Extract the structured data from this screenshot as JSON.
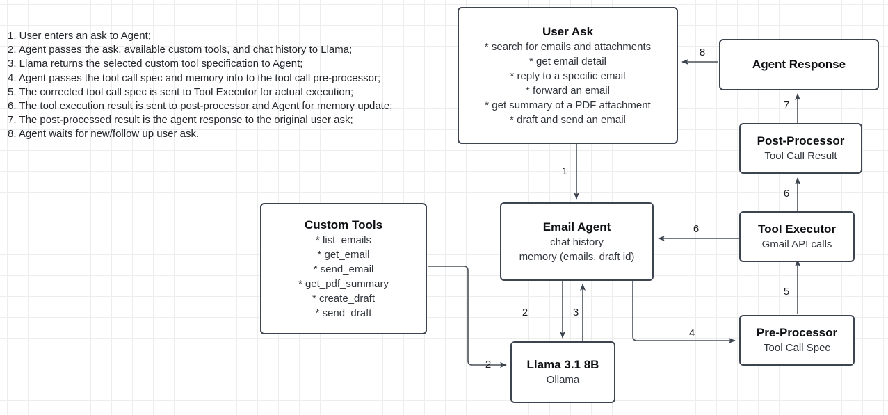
{
  "notes": {
    "lines": [
      "1. User enters an ask to Agent;",
      "2. Agent passes the ask, available custom tools, and chat history to Llama;",
      "3. Llama returns the selected custom tool specification to Agent;",
      "4. Agent passes the tool call spec and memory info to the tool call pre-processor;",
      "5. The corrected tool call spec is sent to Tool Executor for actual execution;",
      "6. The tool execution result is sent to post-processor and Agent for memory update;",
      "7. The post-processed result is the agent response to the original user ask;",
      "8. Agent waits for new/follow up user ask."
    ]
  },
  "nodes": {
    "user_ask": {
      "title": "User Ask",
      "bullets": [
        "* search for emails and attachments",
        "* get email detail",
        "* reply to a specific email",
        "* forward an email",
        "* get summary of a PDF attachment",
        "* draft and send an email"
      ]
    },
    "agent_response": {
      "title": "Agent Response"
    },
    "post_processor": {
      "title": "Post-Processor",
      "sub": "Tool Call Result"
    },
    "tool_executor": {
      "title": "Tool Executor",
      "sub": "Gmail API calls"
    },
    "pre_processor": {
      "title": "Pre-Processor",
      "sub": "Tool Call Spec"
    },
    "email_agent": {
      "title": "Email Agent",
      "sub1": "chat history",
      "sub2": "memory (emails, draft id)"
    },
    "custom_tools": {
      "title": "Custom Tools",
      "bullets": [
        "* list_emails",
        "* get_email",
        "* send_email",
        "* get_pdf_summary",
        "* create_draft",
        "* send_draft"
      ]
    },
    "llama": {
      "title": "Llama 3.1 8B",
      "sub": "Ollama"
    }
  },
  "edges": {
    "e1": "1",
    "e2_agent_llama": "2",
    "e2_tools_llama": "2",
    "e3": "3",
    "e4": "4",
    "e5": "5",
    "e6_exec_agent": "6",
    "e6_exec_post": "6",
    "e7": "7",
    "e8": "8"
  },
  "colors": {
    "node_border": "#3c4450",
    "edge_stroke": "#4a5159",
    "grid_line": "#ededed",
    "background": "#ffffff",
    "text": "#1b1d21"
  }
}
